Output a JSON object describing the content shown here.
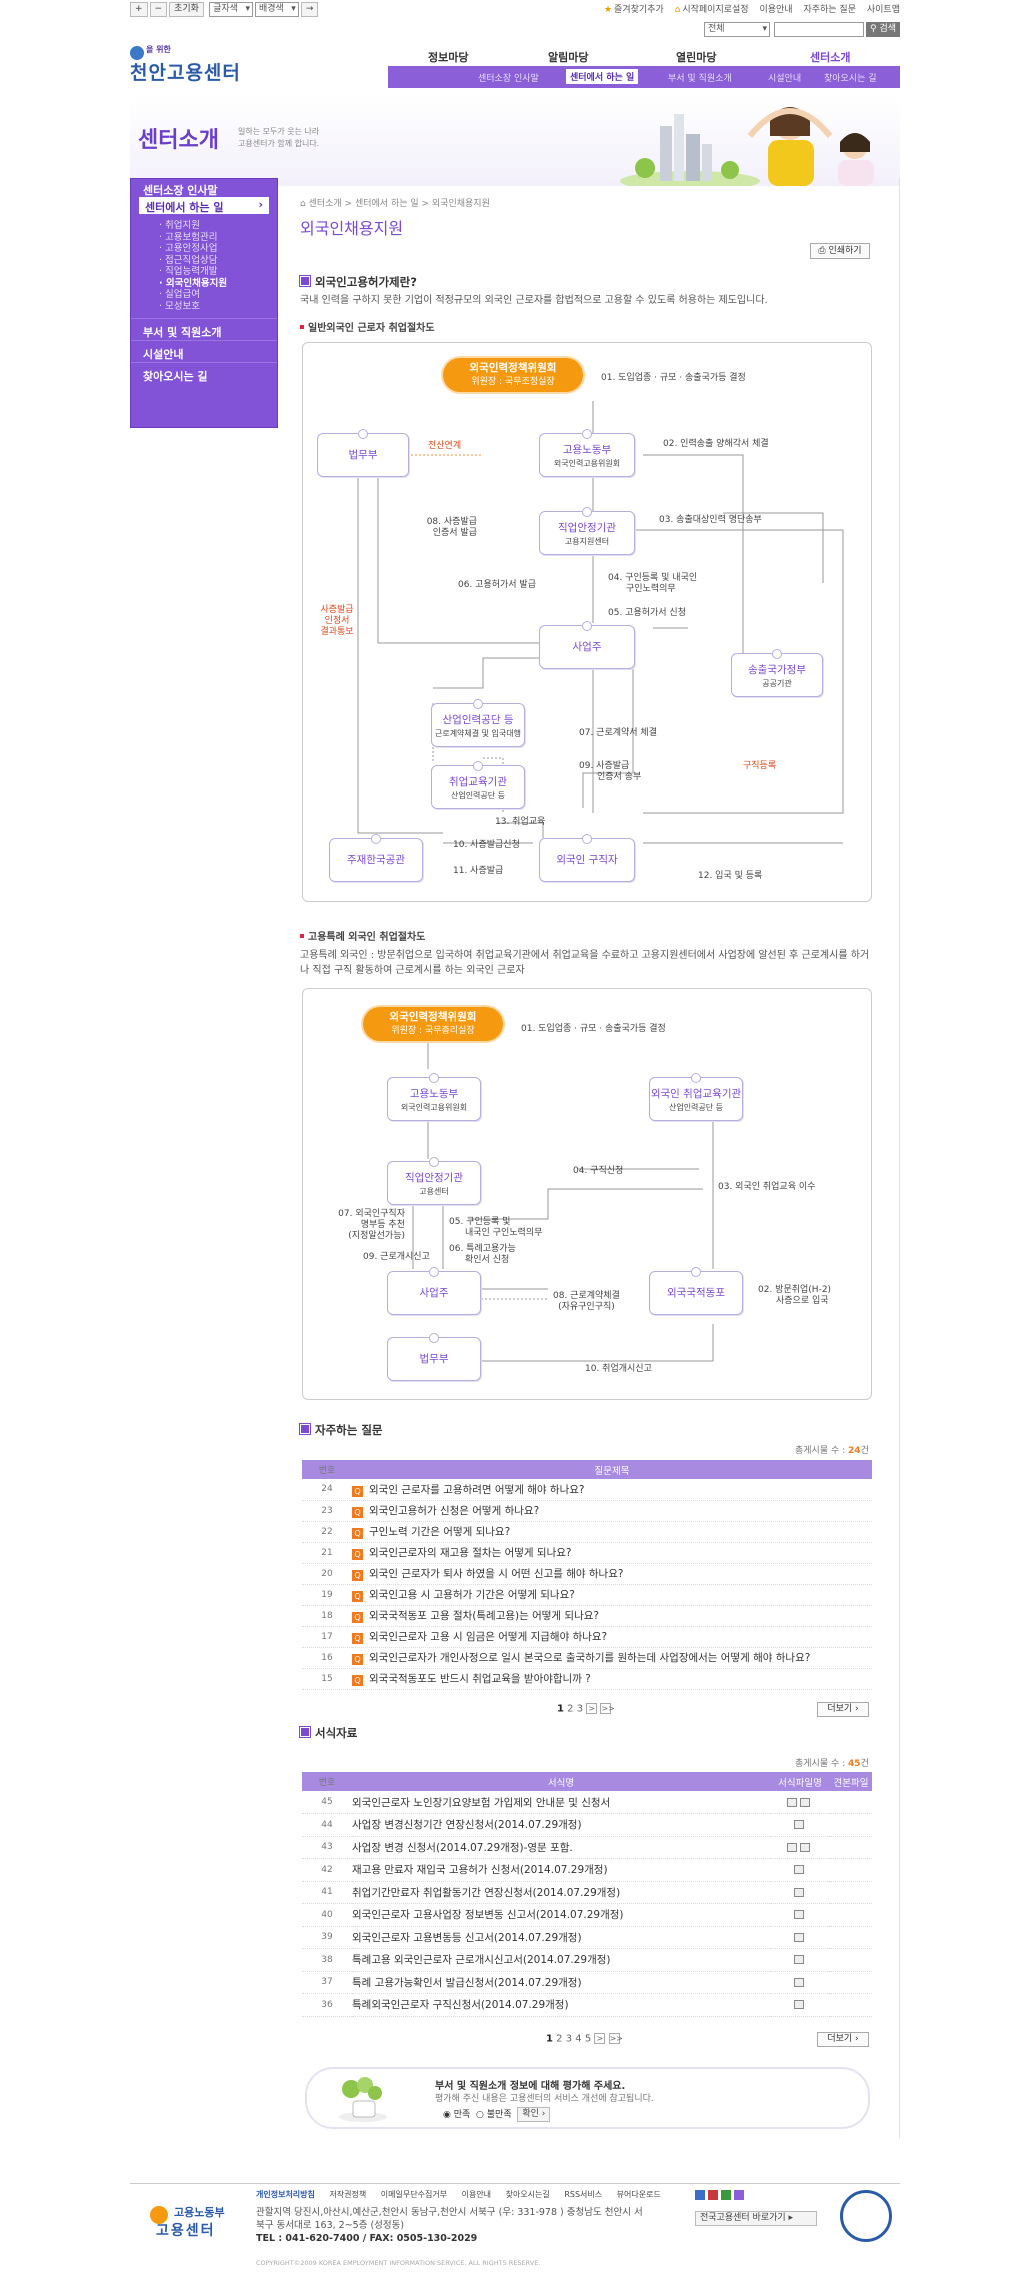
{
  "topbar": {
    "zoom_in": "+",
    "zoom_out": "−",
    "reset": "초기화",
    "font_select": "글자색",
    "bg_select": "배경색",
    "go": "→"
  },
  "util": {
    "fav": "즐겨찾기추가",
    "start": "시작페이지로설정",
    "guide": "이용안내",
    "help": "자주하는 질문",
    "sitemap": "사이트맵"
  },
  "search": {
    "scope": "전체",
    "button": "검색"
  },
  "logo": {
    "small": "을 위한",
    "big": "천안고용센터"
  },
  "gnb": [
    "정보마당",
    "알림마당",
    "열린마당",
    "센터소개"
  ],
  "subnav": [
    "센터소장 인사말",
    "센터에서 하는 일",
    "부서 및 직원소개",
    "시설안내",
    "찾아오시는 길"
  ],
  "hero": {
    "title": "센터소개",
    "desc1": "일하는 모두가 웃는 나라",
    "desc2": "고용센터가 함께 합니다."
  },
  "leftnav": {
    "items": [
      "센터소장 인사말",
      "센터에서 하는 일",
      "부서 및 직원소개",
      "시설안내",
      "찾아오시는 길"
    ],
    "subs": [
      "취업지원",
      "고용보험관리",
      "고용안정사업",
      "접근직업상담",
      "직업능력개발",
      "외국인채용지원",
      "실업급여",
      "모성보호"
    ]
  },
  "breadcrumb": "센터소개 > 센터에서 하는 일 > 외국인채용지원",
  "page_title": "외국인채용지원",
  "print": "인쇄하기",
  "s1": {
    "title": "외국인고용허가제란?",
    "desc": "국내 인력을 구하지 못한 기업이 적정규모의 외국인 근로자를 합법적으로 고용할 수 있도록 허용하는 제도입니다.",
    "sub": "일반외국인 근로자 취업절차도"
  },
  "d1": {
    "top": {
      "t": "외국인력정책위원회",
      "s": "위원장 : 국무조정실장"
    },
    "n_law": "법무부",
    "n_labor": {
      "t": "고용노동부",
      "s": "외국인력고용위원회"
    },
    "n_job": {
      "t": "직업안정기관",
      "s": "고용지원센터"
    },
    "n_emp": "사업주",
    "n_send": {
      "t": "송출국가정부",
      "s": "공공기관"
    },
    "n_sanup": {
      "t": "산업인력공단 등",
      "s": "근로계약체결 및 입국대행"
    },
    "n_edu": {
      "t": "취업교육기관",
      "s": "산업인력공단 등"
    },
    "n_embassy": "주재한국공관",
    "n_worker": "외국인 구직자",
    "l01": "01. 도입업종 · 규모 · 송출국가등 결정",
    "l02": "02. 인력송출 양해각서 체결",
    "l03": "03. 송출대상인력 명단송부",
    "l04a": "04. 구인등록 및 내국인",
    "l04b": "구인노력의무",
    "l05": "05. 고용허가서 신청",
    "l06": "06. 고용허가서 발급",
    "l07": "07. 근로계약서 체결",
    "l08a": "08. 사증발급",
    "l08b": "인증서 발급",
    "l09a": "09. 사증발급",
    "l09b": "인증서 송부",
    "l10": "10. 사증발급신청",
    "l11": "11. 사증발급",
    "l12": "12. 입국 및 등록",
    "l13": "13. 취업교육",
    "red1": "전산연계",
    "red2a": "사증발급",
    "red2b": "인정서",
    "red2c": "결과통보",
    "red3": "구직등록"
  },
  "s2": {
    "sub": "고용특례 외국인 취업절차도",
    "desc": "고용특례 외국인 : 방문취업으로 입국하여 취업교육기관에서 취업교육을 수료하고 고용지원센터에서 사업장에 알선된 후 근로계시를 하거나 직접 구직 활동하여 근로계시를 하는 외국인 근로자"
  },
  "d2": {
    "top": {
      "t": "외국인력정책위원회",
      "s": "위원장 : 국무총리실장"
    },
    "n_labor": {
      "t": "고용노동부",
      "s": "외국인력고용위원회"
    },
    "n_edu": {
      "t": "외국인 취업교육기관",
      "s": "산업인력공단 등"
    },
    "n_job": {
      "t": "직업안정기관",
      "s": "고용센터"
    },
    "n_emp": "사업주",
    "n_worker": "외국국적동포",
    "n_law": "법무부",
    "l01": "01. 도입업종 · 규모 · 송출국가등 결정",
    "l02a": "02. 방문취업(H-2)",
    "l02b": "사증으로 입국",
    "l03": "03. 외국인 취업교육 이수",
    "l04": "04. 구직신청",
    "l05a": "05. 구인등록 및",
    "l05b": "내국인 구인노력의무",
    "l06a": "06. 특례고용가능",
    "l06b": "확인서 신청",
    "l07a": "07. 외국인구직자",
    "l07b": "명부등 추천",
    "l07c": "(지정알선가능)",
    "l08a": "08. 근로계약체결",
    "l08b": "(자유구인구직)",
    "l09": "09. 근로개시신고",
    "l10": "10. 취업개시신고"
  },
  "faq": {
    "title": "자주하는 질문",
    "count_label": "총게시물 수 :",
    "count": "24",
    "count_unit": "건",
    "h_num": "번호",
    "h_title": "질문제목",
    "icon": "Q",
    "rows": [
      {
        "n": "24",
        "t": "외국인 근로자를 고용하려면 어떻게 해야 하나요?"
      },
      {
        "n": "23",
        "t": "외국인고용허가 신청은 어떻게 하나요?"
      },
      {
        "n": "22",
        "t": "구인노력 기간은 어떻게 되나요?"
      },
      {
        "n": "21",
        "t": "외국인근로자의 재고용 절차는 어떻게 되나요?"
      },
      {
        "n": "20",
        "t": "외국인 근로자가 퇴사 하였을 시 어떤 신고를 해야 하나요?"
      },
      {
        "n": "19",
        "t": "외국인고용 시 고용허가 기간은 어떻게 되나요?"
      },
      {
        "n": "18",
        "t": "외국국적동포 고용 절차(특례고용)는 어떻게 되나요?"
      },
      {
        "n": "17",
        "t": "외국인근로자 고용 시 임금은 어떻게 지급해야 하나요?"
      },
      {
        "n": "16",
        "t": "외국인근로자가 개인사정으로 일시 본국으로 출국하기를 원하는데 사업장에서는 어떻게 해야 하나요?"
      },
      {
        "n": "15",
        "t": "외국국적동포도 반드시 취업교육을 받아야합니까 ?"
      }
    ],
    "pages": [
      "1",
      "2",
      "3"
    ],
    "next": ">",
    "last": ">>",
    "more": "더보기"
  },
  "forms": {
    "title": "서식자료",
    "count_label": "총게시물 수 :",
    "count": "45",
    "count_unit": "건",
    "h_num": "번호",
    "h_title": "서식명",
    "h_form": "서식파일명",
    "h_view": "견본파일",
    "rows": [
      {
        "n": "45",
        "t": "외국인근로자 노인장기요양보험 가입제외 안내문 및 신청서"
      },
      {
        "n": "44",
        "t": "사업장 변경신청기간 연장신청서(2014.07.29개정)"
      },
      {
        "n": "43",
        "t": "사업장 변경 신청서(2014.07.29개정)-영문 포함."
      },
      {
        "n": "42",
        "t": "재고용 만료자 재입국 고용허가 신청서(2014.07.29개정)"
      },
      {
        "n": "41",
        "t": "취업기간만료자 취업활동기간 연장신청서(2014.07.29개정)"
      },
      {
        "n": "40",
        "t": "외국인근로자 고용사업장 정보변동 신고서(2014.07.29개정)"
      },
      {
        "n": "39",
        "t": "외국인근로자 고용변동등 신고서(2014.07.29개정)"
      },
      {
        "n": "38",
        "t": "특례고용 외국인근로자 근로개시신고서(2014.07.29개정)"
      },
      {
        "n": "37",
        "t": "특례 고용가능확인서 발급신청서(2014.07.29개정)"
      },
      {
        "n": "36",
        "t": "특례외국인근로자 구직신청서(2014.07.29개정)"
      }
    ],
    "pages": [
      "1",
      "2",
      "3",
      "4",
      "5"
    ],
    "next": ">",
    "last": ">>",
    "more": "더보기"
  },
  "survey": {
    "title": "부서 및 직원소개 정보에 대해 평가해 주세요.",
    "desc": "평가해 주신 내용은 고용센터의 서비스 개선에 참고됩니다.",
    "opt1": "만족",
    "opt2": "불만족",
    "submit": "확인"
  },
  "footer": {
    "logo_top": "고용노동부",
    "logo_bottom": "고용센터",
    "links": [
      "개인정보처리방침",
      "저작권정책",
      "이메일무단수집거부",
      "이용안내",
      "찾아오시는길",
      "RSS서비스",
      "뷰어다운로드"
    ],
    "addr1": "관할지역 당진시,아산시,예산군,천안시 동남구,천안시 서북구 (우: 331-978 ) 충청남도 천안시 서",
    "addr2": "북구 동서대로 163, 2~5층 (성정동)",
    "tel": "TEL : 041-620-7400 / FAX: 0505-130-2029",
    "copy": "COPYRIGHT©2009 KOREA EMPLOYMENT INFORMATION SERVICE. ALL RIGHTS RESERVE.",
    "family": "전국고용센터 바로가기"
  },
  "colors": {
    "purple": "#8253d6",
    "orange": "#f59a10",
    "red": "#d94a1a"
  }
}
